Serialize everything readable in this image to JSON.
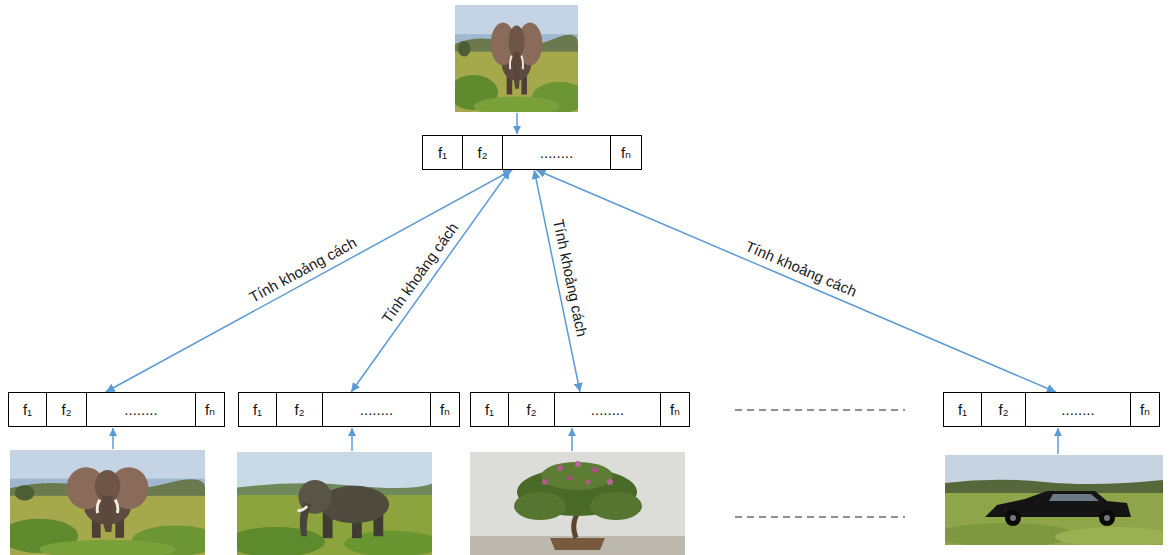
{
  "diagram": {
    "nodes": [
      {
        "text": [
          "f₁",
          "f₂",
          "........",
          "fₙ"
        ]
      },
      {
        "text": [
          "f₁",
          "f₂",
          "........",
          "fₙ"
        ]
      },
      {
        "text": [
          "f₁",
          "f₂",
          "........",
          "fₙ"
        ]
      },
      {
        "text": [
          "f₁",
          "f₂",
          "........",
          "fₙ"
        ]
      },
      {
        "text": [
          "f₁",
          "f₂",
          "........",
          "fₙ"
        ]
      }
    ],
    "edges": [
      {
        "from": 1,
        "to": 0,
        "arrow": "both",
        "label": "Tính khoảng cách"
      },
      {
        "from": 2,
        "to": 0,
        "arrow": "both",
        "label": "Tính khoảng cách"
      },
      {
        "from": 3,
        "to": 0,
        "arrow": "both",
        "label": "Tính khoảng cách"
      },
      {
        "from": 4,
        "to": 0,
        "arrow": "both",
        "label": "Tính khoảng cách"
      }
    ]
  }
}
